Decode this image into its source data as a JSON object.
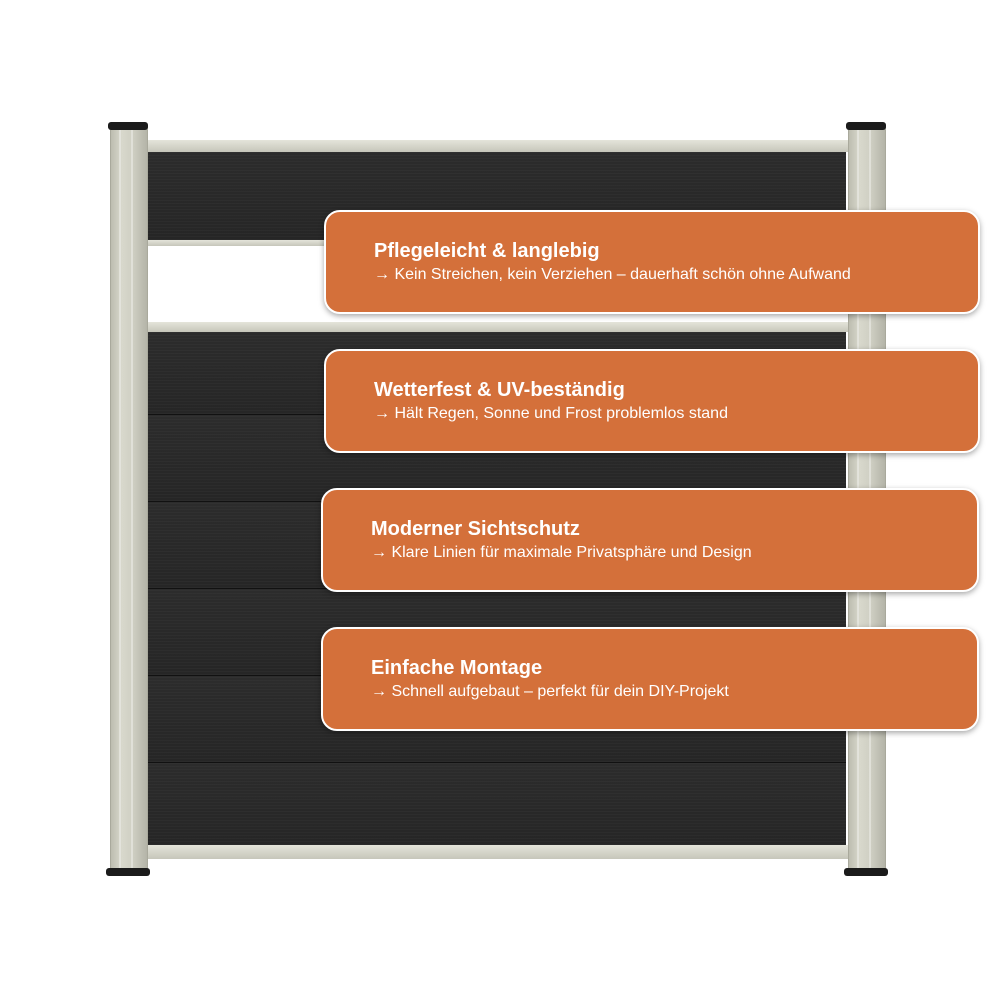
{
  "colors": {
    "card_background": "#d4703a",
    "card_border": "#ffffff",
    "board": "#2a2a2a",
    "frame": "#cfcfc3"
  },
  "features": [
    {
      "title": "Pflegeleicht & langlebig",
      "subtitle": "→ Kein Streichen, kein Verziehen – dauerhaft schön ohne Aufwand"
    },
    {
      "title": "Wetterfest & UV-beständig",
      "subtitle": "→ Hält Regen, Sonne und Frost problemlos stand"
    },
    {
      "title": "Moderner Sichtschutz",
      "subtitle": "→ Klare Linien für maximale Privatsphäre und Design"
    },
    {
      "title": "Einfache Montage",
      "subtitle": "→ Schnell aufgebaut – perfekt für dein DIY-Projekt"
    }
  ]
}
